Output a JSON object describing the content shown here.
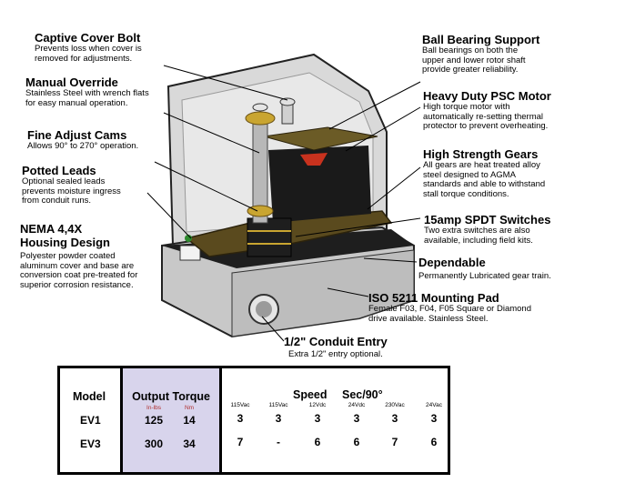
{
  "callouts": {
    "captive_cover_bolt": {
      "title": "Captive Cover Bolt",
      "desc": "Prevents loss when cover is\nremoved for adjustments."
    },
    "manual_override": {
      "title": "Manual Override",
      "desc": "Stainless Steel with wrench flats\nfor easy manual operation."
    },
    "fine_adjust_cams": {
      "title": "Fine Adjust Cams",
      "desc": "Allows 90° to 270° operation."
    },
    "potted_leads": {
      "title": "Potted Leads",
      "desc": "Optional sealed leads\nprevents moisture ingress\nfrom conduit runs."
    },
    "nema_housing": {
      "title": "NEMA 4,4X\nHousing Design",
      "desc": "Polyester powder coated\naluminum cover and base are\nconversion coat pre-treated for\nsuperior corrosion resistance."
    },
    "ball_bearing_support": {
      "title": "Ball Bearing Support",
      "desc": "Ball bearings on both the\nupper and lower rotor shaft\nprovide greater reliability."
    },
    "heavy_duty_motor": {
      "title": "Heavy Duty PSC Motor",
      "desc": "High torque motor with\nautomatically re-setting thermal\nprotector to prevent overheating."
    },
    "high_strength_gears": {
      "title": "High Strength Gears",
      "desc": "All gears are heat treated alloy\nsteel designed to AGMA\nstandards and able to withstand\nstall torque conditions."
    },
    "spdt_switches": {
      "title": "15amp SPDT Switches",
      "desc": "Two extra switches are also\navailable, including field kits."
    },
    "dependable": {
      "title": "Dependable",
      "desc": "Permanently Lubricated gear train."
    },
    "iso_mounting_pad": {
      "title": "ISO 5211 Mounting Pad",
      "desc": "Female F03, F04, F05 Square or Diamond\ndrive available. Stainless Steel."
    },
    "conduit_entry": {
      "title": "1/2\" Conduit Entry",
      "desc": "Extra 1/2\" entry optional."
    }
  },
  "colors": {
    "torque_band": "#d8d4ec",
    "motor": "#1a1a1a",
    "motor_accent": "#c8321e",
    "plate": "#5a4a1e",
    "gear": "#c9a531",
    "housing": "#d8d8d8"
  },
  "table": {
    "model_header": "Model",
    "torque_header": "Output Torque",
    "torque_units": [
      "In-lbs",
      "Nm"
    ],
    "speed_header": "Speed",
    "sec_header": "Sec/90°",
    "voltages": [
      "115Vac",
      "115Vac",
      "12Vdc",
      "24Vdc",
      "230Vac",
      "24Vac"
    ],
    "rows": [
      {
        "model": "EV1",
        "inlbs": "125",
        "nm": "14",
        "speeds": [
          "3",
          "3",
          "3",
          "3",
          "3",
          "3"
        ]
      },
      {
        "model": "EV3",
        "inlbs": "300",
        "nm": "34",
        "speeds": [
          "7",
          "-",
          "6",
          "6",
          "7",
          "6"
        ]
      }
    ]
  }
}
